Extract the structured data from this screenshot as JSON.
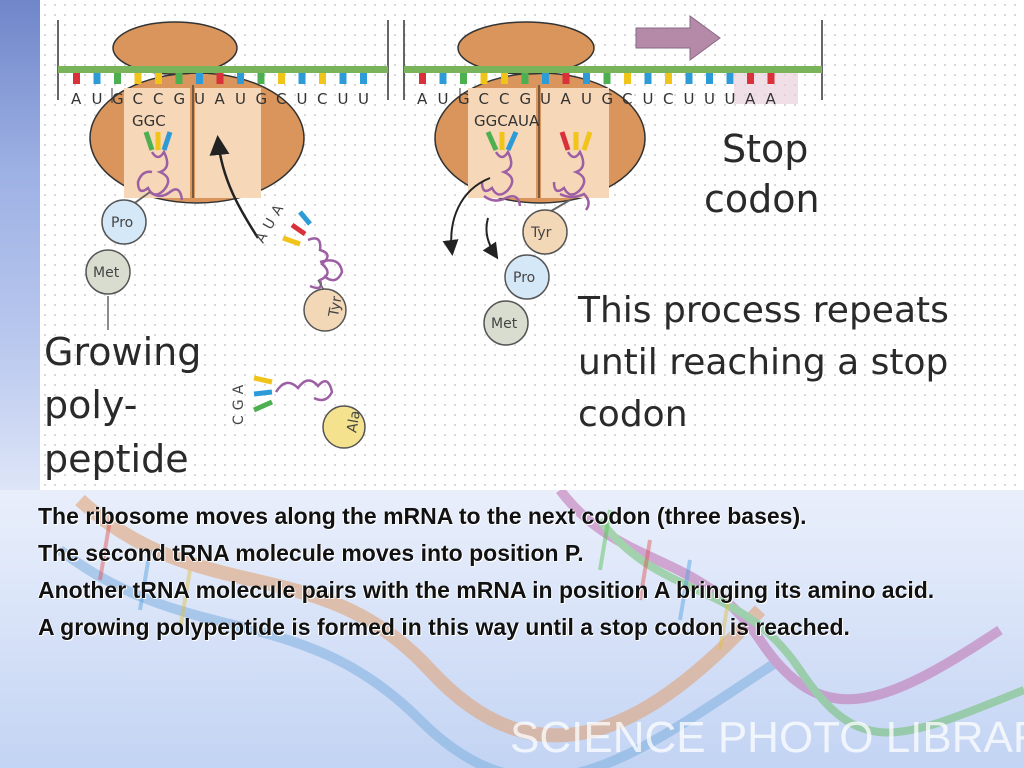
{
  "diagram": {
    "left_panel": {
      "mrna_bases": "AUGCCGUAUGCUCUU",
      "anticodon_bound": "GGC",
      "incoming_anticodon": "AUA",
      "extra_anticodon": "CGA",
      "amino_acids": [
        "Pro",
        "Met",
        "Tyr",
        "Ala"
      ],
      "caption": [
        "Growing",
        "poly-",
        "peptide"
      ]
    },
    "right_panel": {
      "mrna_bases": "AUGCCGUAUGCUCUUUAA",
      "anticodons_bound": "GGCAUA",
      "amino_acids": [
        "Tyr",
        "Pro",
        "Met"
      ],
      "stop_label": [
        "Stop",
        "codon"
      ],
      "process_label": [
        "This process repeats",
        "until reaching a stop",
        "codon"
      ]
    },
    "colors": {
      "ribosome": "#d9955b",
      "site_highlight": "#f6d7b8",
      "mrna_backbone": "#79b35a",
      "base_red": "#d9303a",
      "base_blue": "#2d9bd8",
      "base_yellow": "#f0c419",
      "base_green": "#4caf50",
      "trna_loop": "#9d5fa3",
      "arrow": "#b48aa8",
      "pro_circle": "#d5e8f7",
      "met_circle": "#d9ddd0",
      "tyr_circle": "#f3d8b8",
      "ala_circle": "#f4e28f"
    }
  },
  "text": {
    "bullets": [
      "The ribosome moves along the mRNA to the next codon (three bases).",
      "The second tRNA molecule moves into position P.",
      "Another tRNA molecule pairs with the mRNA in position A bringing its amino acid.",
      "A growing polypeptide is formed in this way until a stop codon is reached."
    ],
    "watermark": "SCIENCE PHOTO LIBRARY"
  }
}
